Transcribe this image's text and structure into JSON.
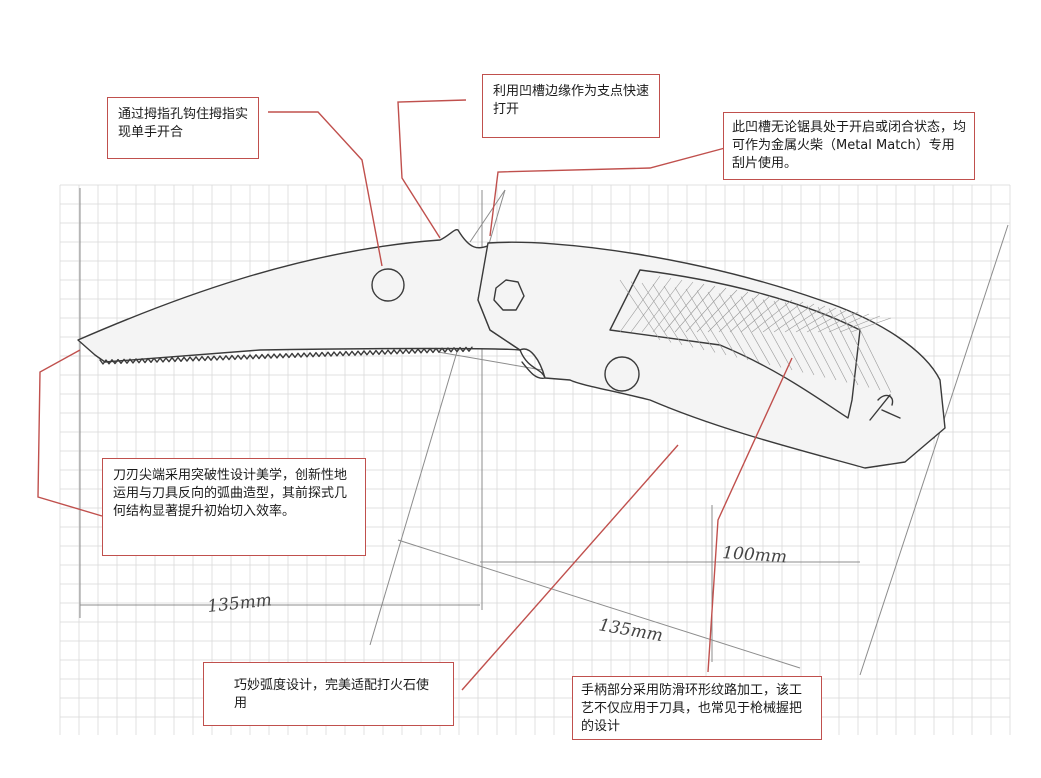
{
  "callouts": {
    "thumb_hole": "通过拇指孔钩住拇指实现单手开合",
    "flipper_edge": "利用凹槽边缘作为支点快速打开",
    "spine_notch": "此凹槽无论锯具处于开启或闭合状态，均可作为金属火柴（Metal Match）专用刮片使用。",
    "blade_tip": "刀刃尖端采用突破性设计美学，创新性地运用与刀具反向的弧曲造型，其前探式几何结构显著提升初始切入效率。",
    "arc_design": "巧妙弧度设计，完美适配打火石使用",
    "handle_texture": "手柄部分采用防滑环形纹路加工，该工艺不仅应用于刀具，也常见于枪械握把的设计"
  },
  "dimensions": {
    "overall_length": "135mm",
    "handle_length": "100mm",
    "blade_length": "135mm"
  },
  "colors": {
    "callout_border": "#c0504d",
    "leader_line": "#c0504d",
    "pencil": "#3a3a3a",
    "grid": "#d9d9d9"
  }
}
